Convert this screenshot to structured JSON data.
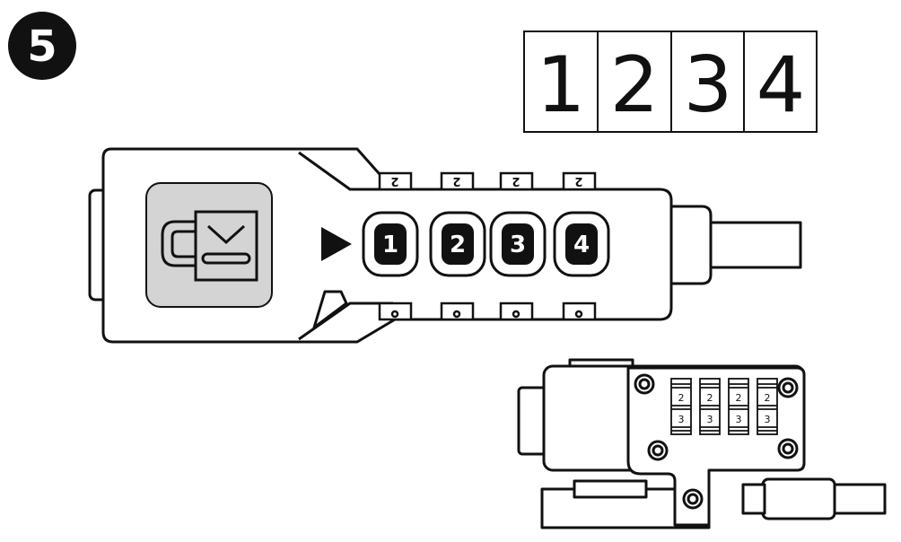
{
  "step": {
    "number": "5"
  },
  "code_display": {
    "digits": [
      "1",
      "2",
      "3",
      "4"
    ]
  },
  "lock_front": {
    "dials": [
      "1",
      "2",
      "3",
      "4"
    ],
    "top_ticks": [
      "2",
      "2",
      "2",
      "2"
    ]
  },
  "lock_side": {
    "wheels": [
      {
        "upper": "2",
        "lower": "3"
      },
      {
        "upper": "2",
        "lower": "3"
      },
      {
        "upper": "2",
        "lower": "3"
      },
      {
        "upper": "2",
        "lower": "3"
      }
    ]
  },
  "colors": {
    "ink": "#111111",
    "logo_plate": "#d4d4d4",
    "background": "#ffffff"
  }
}
